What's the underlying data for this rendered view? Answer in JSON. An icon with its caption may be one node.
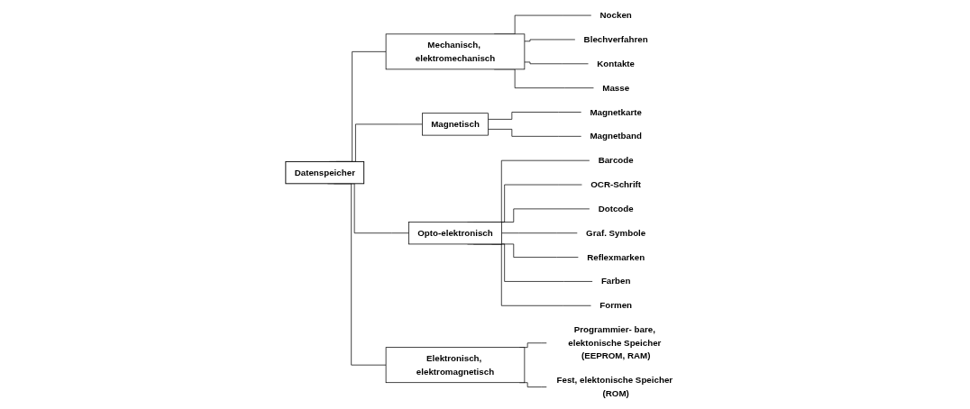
{
  "diagram": {
    "nodes": [
      {
        "text": [
          "Datenspeicher"
        ]
      },
      {
        "text": [
          "Mechanisch, elektromechanisch"
        ]
      },
      {
        "text": [
          "Magnetisch"
        ]
      },
      {
        "text": [
          "Opto-elektronisch"
        ]
      },
      {
        "text": [
          "Elektronisch, elektromagnetisch"
        ]
      },
      {
        "text": [
          "Nocken"
        ]
      },
      {
        "text": [
          "Blechverfahren"
        ]
      },
      {
        "text": [
          "Kontakte"
        ]
      },
      {
        "text": [
          "Masse"
        ]
      },
      {
        "text": [
          "Magnetkarte"
        ]
      },
      {
        "text": [
          "Magnetband"
        ]
      },
      {
        "text": [
          "Barcode"
        ]
      },
      {
        "text": [
          "OCR-Schrift"
        ]
      },
      {
        "text": [
          "Dotcode"
        ]
      },
      {
        "text": [
          "Graf. Symbole"
        ]
      },
      {
        "text": [
          "Reflexmarken"
        ]
      },
      {
        "text": [
          "Farben"
        ]
      },
      {
        "text": [
          "Formen"
        ]
      },
      {
        "text": [
          "Programmier- bare, elektonische Speicher (EEPROM, RAM)"
        ]
      },
      {
        "text": [
          "Fest, elektonische Speicher (ROM)"
        ]
      }
    ],
    "edges": [
      {
        "from": 0,
        "to": 1,
        "arrow": "none"
      },
      {
        "from": 0,
        "to": 2,
        "arrow": "none"
      },
      {
        "from": 0,
        "to": 3,
        "arrow": "none"
      },
      {
        "from": 0,
        "to": 4,
        "arrow": "none"
      },
      {
        "from": 1,
        "to": 5,
        "arrow": "none"
      },
      {
        "from": 1,
        "to": 6,
        "arrow": "none"
      },
      {
        "from": 1,
        "to": 7,
        "arrow": "none"
      },
      {
        "from": 1,
        "to": 8,
        "arrow": "none"
      },
      {
        "from": 2,
        "to": 9,
        "arrow": "none"
      },
      {
        "from": 2,
        "to": 10,
        "arrow": "none"
      },
      {
        "from": 3,
        "to": 11,
        "arrow": "none"
      },
      {
        "from": 3,
        "to": 12,
        "arrow": "none"
      },
      {
        "from": 3,
        "to": 13,
        "arrow": "none"
      },
      {
        "from": 3,
        "to": 14,
        "arrow": "none"
      },
      {
        "from": 3,
        "to": 15,
        "arrow": "none"
      },
      {
        "from": 3,
        "to": 16,
        "arrow": "none"
      },
      {
        "from": 3,
        "to": 17,
        "arrow": "none"
      },
      {
        "from": 4,
        "to": 18,
        "arrow": "none"
      },
      {
        "from": 4,
        "to": 19,
        "arrow": "none"
      }
    ]
  }
}
